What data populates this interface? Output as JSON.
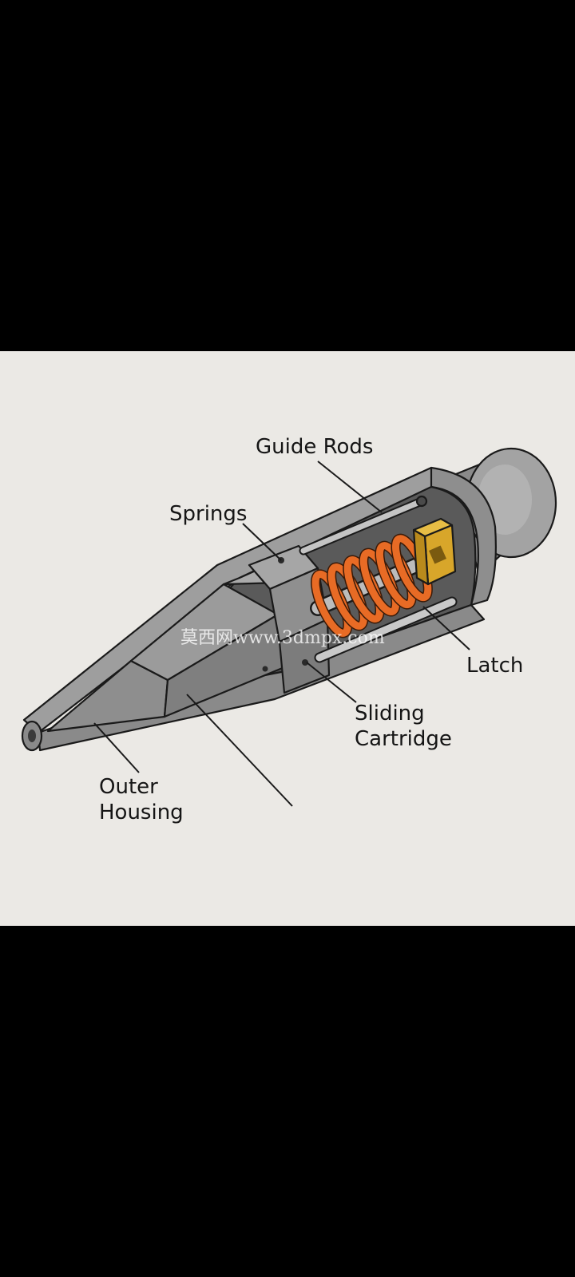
{
  "labels": {
    "guide_rods": "Guide Rods",
    "springs": "Springs",
    "latch": "Latch",
    "sliding_cartridge_line1": "Sliding",
    "sliding_cartridge_line2": "Cartridge",
    "outer_housing_line1": "Outer",
    "outer_housing_line2": "Housing"
  },
  "watermark": "莫西网www.3dmpx.com",
  "colors": {
    "letterbox": "#000000",
    "panel": "#ebe9e5",
    "housing": "#8c8c8c",
    "spring": "#e86b25",
    "latch": "#d8a62a"
  }
}
